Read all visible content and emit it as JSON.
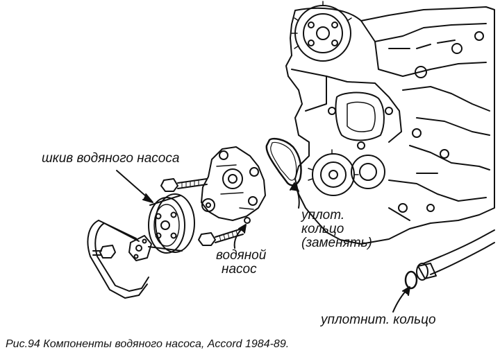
{
  "labels": {
    "pulley": "шкив водяного насоса",
    "gasket": [
      "уплот.",
      "кольцо",
      "(заменять)"
    ],
    "pump": [
      "водяной",
      "насос"
    ],
    "oring": "уплотнит. кольцо"
  },
  "caption": "Рис.94  Компоненты водяного насоса, Accord 1984-89.",
  "colors": {
    "ink": "#111111",
    "paper": "#ffffff"
  }
}
